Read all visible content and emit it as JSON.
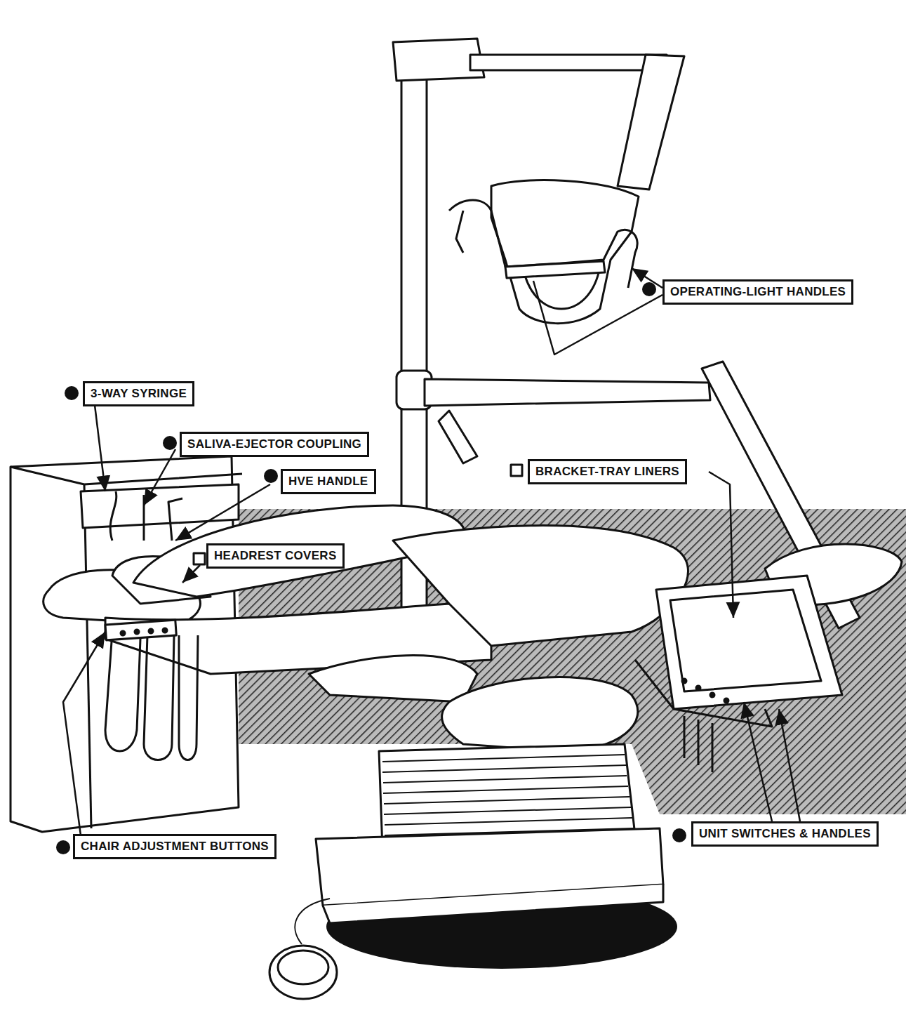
{
  "diagram": {
    "nodes": [
      {
        "text": [
          "OPERATING-LIGHT HANDLES"
        ]
      },
      {
        "text": [
          "3-WAY SYRINGE"
        ]
      },
      {
        "text": [
          "SALIVA-EJECTOR COUPLING"
        ]
      },
      {
        "text": [
          "BRACKET-TRAY LINERS"
        ]
      },
      {
        "text": [
          "HVE HANDLE"
        ]
      },
      {
        "text": [
          "HEADREST COVERS"
        ]
      },
      {
        "text": [
          "UNIT SWITCHES & HANDLES"
        ]
      },
      {
        "text": [
          "CHAIR ADJUSTMENT BUTTONS"
        ]
      }
    ]
  }
}
